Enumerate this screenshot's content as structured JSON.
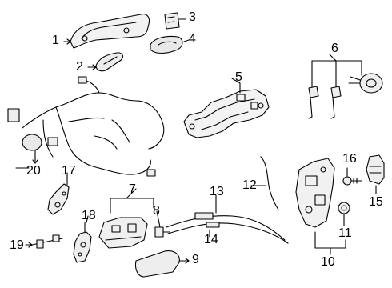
{
  "callouts": {
    "c1": "1",
    "c2": "2",
    "c3": "3",
    "c4": "4",
    "c5": "5",
    "c6": "6",
    "c7": "7",
    "c8": "8",
    "c9": "9",
    "c10": "10",
    "c11": "11",
    "c12": "12",
    "c13": "13",
    "c14": "14",
    "c15": "15",
    "c16": "16",
    "c17": "17",
    "c18": "18",
    "c19": "19",
    "c20": "20"
  }
}
